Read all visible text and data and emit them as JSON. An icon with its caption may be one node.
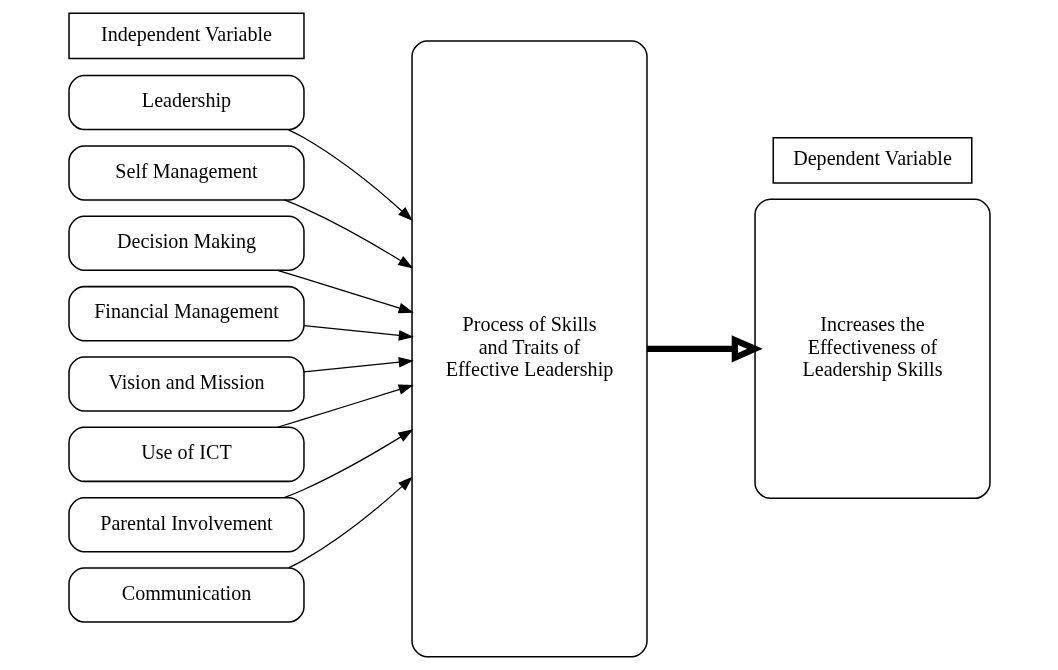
{
  "diagram": {
    "nodes": [
      {
        "text": [
          "Independent Variable"
        ]
      },
      {
        "text": [
          "Dependent Variable"
        ]
      },
      {
        "text": [
          "Leadership"
        ]
      },
      {
        "text": [
          "Self Management"
        ]
      },
      {
        "text": [
          "Decision Making"
        ]
      },
      {
        "text": [
          "Financial Management"
        ]
      },
      {
        "text": [
          "Vision and Mission"
        ]
      },
      {
        "text": [
          "Use of ICT"
        ]
      },
      {
        "text": [
          "Parental Involvement"
        ]
      },
      {
        "text": [
          "Communication"
        ]
      },
      {
        "text": [
          "Process of Skills and Traits of Effective Leadership"
        ]
      },
      {
        "text": [
          "Increases the Effectiveness of Leadership Skills"
        ]
      }
    ],
    "edges": [
      {
        "from": 2,
        "to": 10,
        "arrow": "to"
      },
      {
        "from": 3,
        "to": 10,
        "arrow": "to"
      },
      {
        "from": 4,
        "to": 10,
        "arrow": "to"
      },
      {
        "from": 5,
        "to": 10,
        "arrow": "to"
      },
      {
        "from": 6,
        "to": 10,
        "arrow": "to"
      },
      {
        "from": 7,
        "to": 10,
        "arrow": "to"
      },
      {
        "from": 8,
        "to": 10,
        "arrow": "to"
      },
      {
        "from": 9,
        "to": 10,
        "arrow": "to"
      },
      {
        "from": 10,
        "to": 11,
        "arrow": "to",
        "style": "thick"
      }
    ]
  }
}
